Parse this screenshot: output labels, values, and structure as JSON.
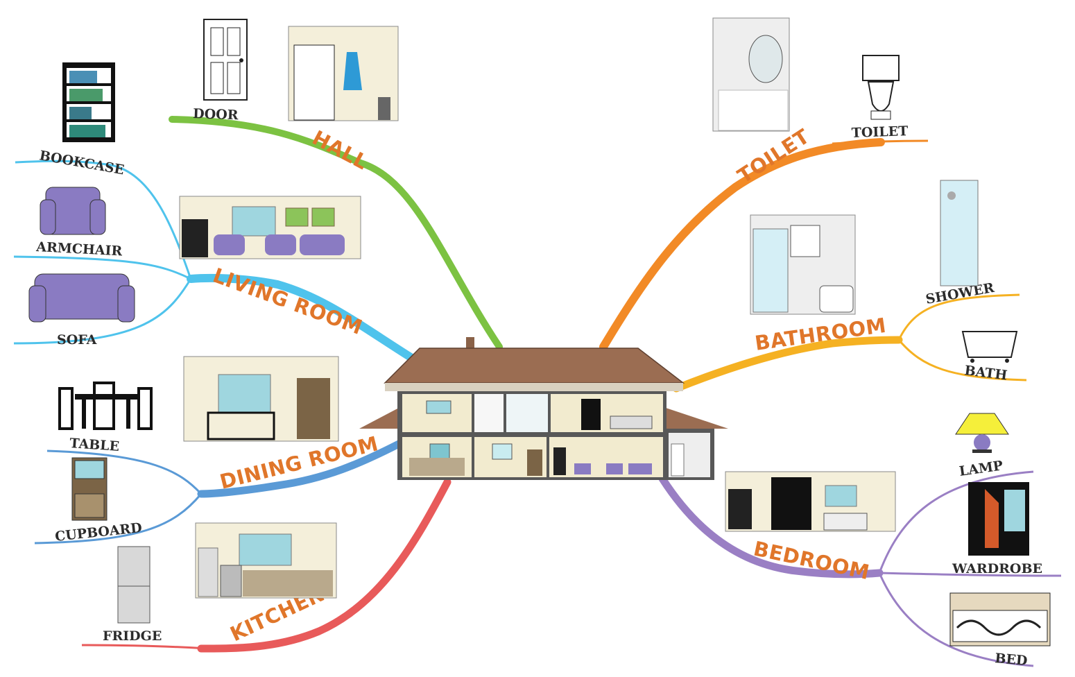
{
  "center": {
    "name": "house-cross-section"
  },
  "branches": [
    {
      "key": "hall",
      "label": "HALL",
      "color": "#7cc242",
      "items": [
        "DOOR"
      ]
    },
    {
      "key": "living",
      "label": "LIVING ROOM",
      "color": "#4fc3ec",
      "items": [
        "BOOKCASE",
        "ARMCHAIR",
        "SOFA"
      ]
    },
    {
      "key": "dining",
      "label": "DINING ROOM",
      "color": "#5a9ad6",
      "items": [
        "TABLE",
        "CUPBOARD"
      ]
    },
    {
      "key": "kitchen",
      "label": "KITCHEN",
      "color": "#e85a5a",
      "items": [
        "FRIDGE"
      ]
    },
    {
      "key": "toilet",
      "label": "TOILET",
      "color": "#f28a26",
      "items": [
        "TOILET"
      ]
    },
    {
      "key": "bathroom",
      "label": "BATHROOM",
      "color": "#f5b122",
      "items": [
        "SHOWER",
        "BATH"
      ]
    },
    {
      "key": "bedroom",
      "label": "BEDROOM",
      "color": "#9a7fc4",
      "items": [
        "LAMP",
        "WARDROBE",
        "BED"
      ]
    }
  ]
}
